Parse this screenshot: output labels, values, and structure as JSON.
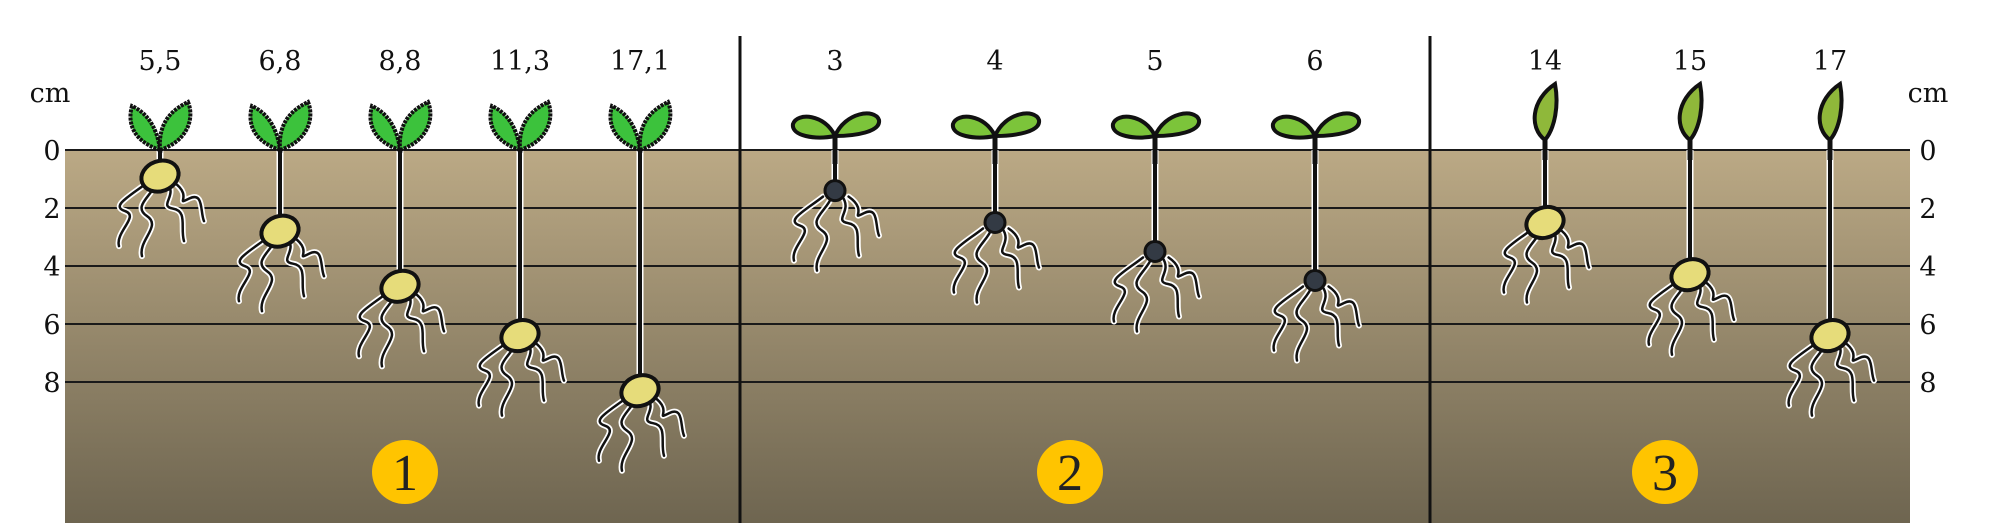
{
  "axis": {
    "unit_left": "cm",
    "unit_right": "cm",
    "ticks": [
      "0",
      "2",
      "4",
      "6",
      "8"
    ]
  },
  "colors": {
    "soil_top": "#bba985",
    "soil_bottom": "#6e6550",
    "badge": "#ffc400",
    "leaf_serrated": "#3cc23c",
    "leaf_round": "#7cc43a",
    "leaf_narrow": "#8fb83a",
    "seed_pale": "#e6dc7a",
    "seed_dark": "#333a44"
  },
  "groups": [
    {
      "badge": "1",
      "leaf": "serrated",
      "seed": "pale",
      "plants": [
        {
          "label": "5,5",
          "seed_depth_cm": 0.9
        },
        {
          "label": "6,8",
          "seed_depth_cm": 2.8
        },
        {
          "label": "8,8",
          "seed_depth_cm": 4.7
        },
        {
          "label": "11,3",
          "seed_depth_cm": 6.4
        },
        {
          "label": "17,1",
          "seed_depth_cm": 8.3
        }
      ]
    },
    {
      "badge": "2",
      "leaf": "round",
      "seed": "dark",
      "plants": [
        {
          "label": "3",
          "seed_depth_cm": 1.4
        },
        {
          "label": "4",
          "seed_depth_cm": 2.5
        },
        {
          "label": "5",
          "seed_depth_cm": 3.5
        },
        {
          "label": "6",
          "seed_depth_cm": 4.5
        }
      ]
    },
    {
      "badge": "3",
      "leaf": "narrow",
      "seed": "pale",
      "plants": [
        {
          "label": "14",
          "seed_depth_cm": 2.5
        },
        {
          "label": "15",
          "seed_depth_cm": 4.3
        },
        {
          "label": "17",
          "seed_depth_cm": 6.4
        }
      ]
    }
  ]
}
